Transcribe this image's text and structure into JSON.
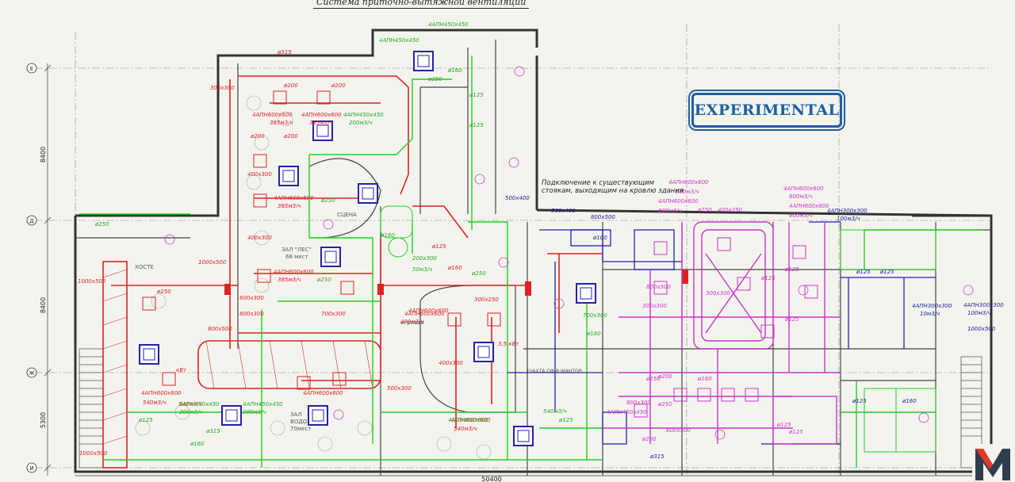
{
  "diagram": {
    "title": "Система приточно-вытяжной вентиляции",
    "stamp": "EXPERIMENTAL",
    "note_lines": [
      "Подключение к существующим",
      "стоякам, выходящим на кровлю здания"
    ],
    "overall_dimension": "50400",
    "grid_rows": [
      "Е",
      "Д",
      "Ж",
      "И"
    ],
    "row_spacings": [
      "8400",
      "8400",
      "5300"
    ],
    "rooms": {
      "hall": "ЗАЛ \"ЛЕС\"",
      "hall_seats": "68 мест",
      "stage": "СЦЕНА",
      "hall2": "ЗАЛ",
      "hall2_sub": "ВОДО",
      "hall2_seats": "70мест",
      "hoste": "ХОСТЕ",
      "games": "игровая",
      "shaft": "ШАХТА ОФИЦИАНТОВ"
    },
    "labels_red": [
      "ø315",
      "300x300",
      "ø200",
      "ø200",
      "4АПН600x600",
      "385м3/ч",
      "4АПН600x600",
      "385м3/ч",
      "ø200",
      "ø200",
      "400x300",
      "4АПН600x600",
      "385м3/ч",
      "400x300",
      "4АПН600x600",
      "385м3/ч",
      "1000x500",
      "600x300",
      "800x300",
      "700x300",
      "4АПН600x600",
      "540м3/ч",
      "4АПН600x600",
      "540м3/ч",
      "4АПН600x600",
      "400x300",
      "500x300",
      "4АПН600x600",
      "400м3/ч",
      "300x250",
      "ø250",
      "1000x500",
      "800x500",
      "3,5 кВт",
      "кВт",
      "ø125",
      "ø160",
      "4АПН600x600",
      "540м3/ч",
      "1000x500"
    ],
    "labels_green": [
      "4АПН450x450",
      "4АПН450x450",
      "ø160",
      "ø250",
      "ø125",
      "ø125",
      "4АПН450x450",
      "200м3/ч",
      "ø250",
      "ø160",
      "ø250",
      "50м3/ч",
      "200x300",
      "4АПН450x450",
      "200м3/ч",
      "4АПН450x450",
      "200м3/ч",
      "4АПН600x600",
      "540м3/ч",
      "700x300",
      "ø160",
      "ø250",
      "ø125",
      "ø315",
      "ø125",
      "ø250",
      "ø160"
    ],
    "labels_magenta": [
      "4АПН600x600",
      "500м3/ч",
      "4АПН600x600",
      "600м3/ч",
      "4АПН600x600",
      "600м3/ч",
      "4АПН600x600",
      "600м3/ч",
      "400x250",
      "ø250",
      "800x500",
      "300x300",
      "300x300",
      "ø125",
      "ø125",
      "ø125",
      "ø250",
      "ø250",
      "ø160",
      "800x300",
      "4АПН450x450",
      "ø200",
      "ø200",
      "600x300",
      "ø125",
      "ø125"
    ],
    "labels_blue": [
      "500x400",
      "800x500",
      "500x400",
      "4АПН300x300",
      "100м3/ч",
      "ø125",
      "ø125",
      "4АПН300x300",
      "100м3/ч",
      "ø315",
      "ø100",
      "4АПН300x300",
      "10м3/ч",
      "1000x500",
      "ø125",
      "ø160"
    ]
  }
}
